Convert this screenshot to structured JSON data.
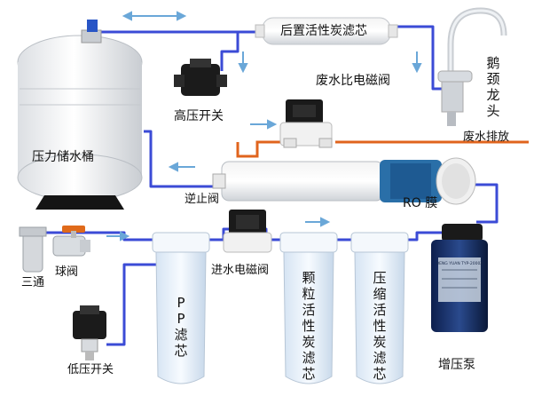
{
  "labels": {
    "post_carbon": "后置活性炭滤芯",
    "waste_valve": "废水比电磁阀",
    "high_switch": "高压开关",
    "tank": "压力储水桶",
    "faucet": "鹅颈龙头",
    "waste_drain": "废水排放",
    "check_valve": "逆止阀",
    "ro_membrane": "RO 膜",
    "ball_valve": "球阀",
    "tee": "三通",
    "inlet_valve": "进水电磁阀",
    "pp_filter": "PP滤芯",
    "granular_carbon": "颗粒活性炭滤芯",
    "compressed_carbon": "压缩活性炭滤芯",
    "low_switch": "低压开关",
    "booster_pump": "增压泵"
  },
  "pump_plate": "DENG YUAN  TYP-2000X",
  "colors": {
    "pipe_blue": "#3b4bd6",
    "pipe_orange": "#e0641d",
    "arrow": "#6aa7d8",
    "housing": "#e9f1fb",
    "valve_black": "#1b1b1b"
  }
}
